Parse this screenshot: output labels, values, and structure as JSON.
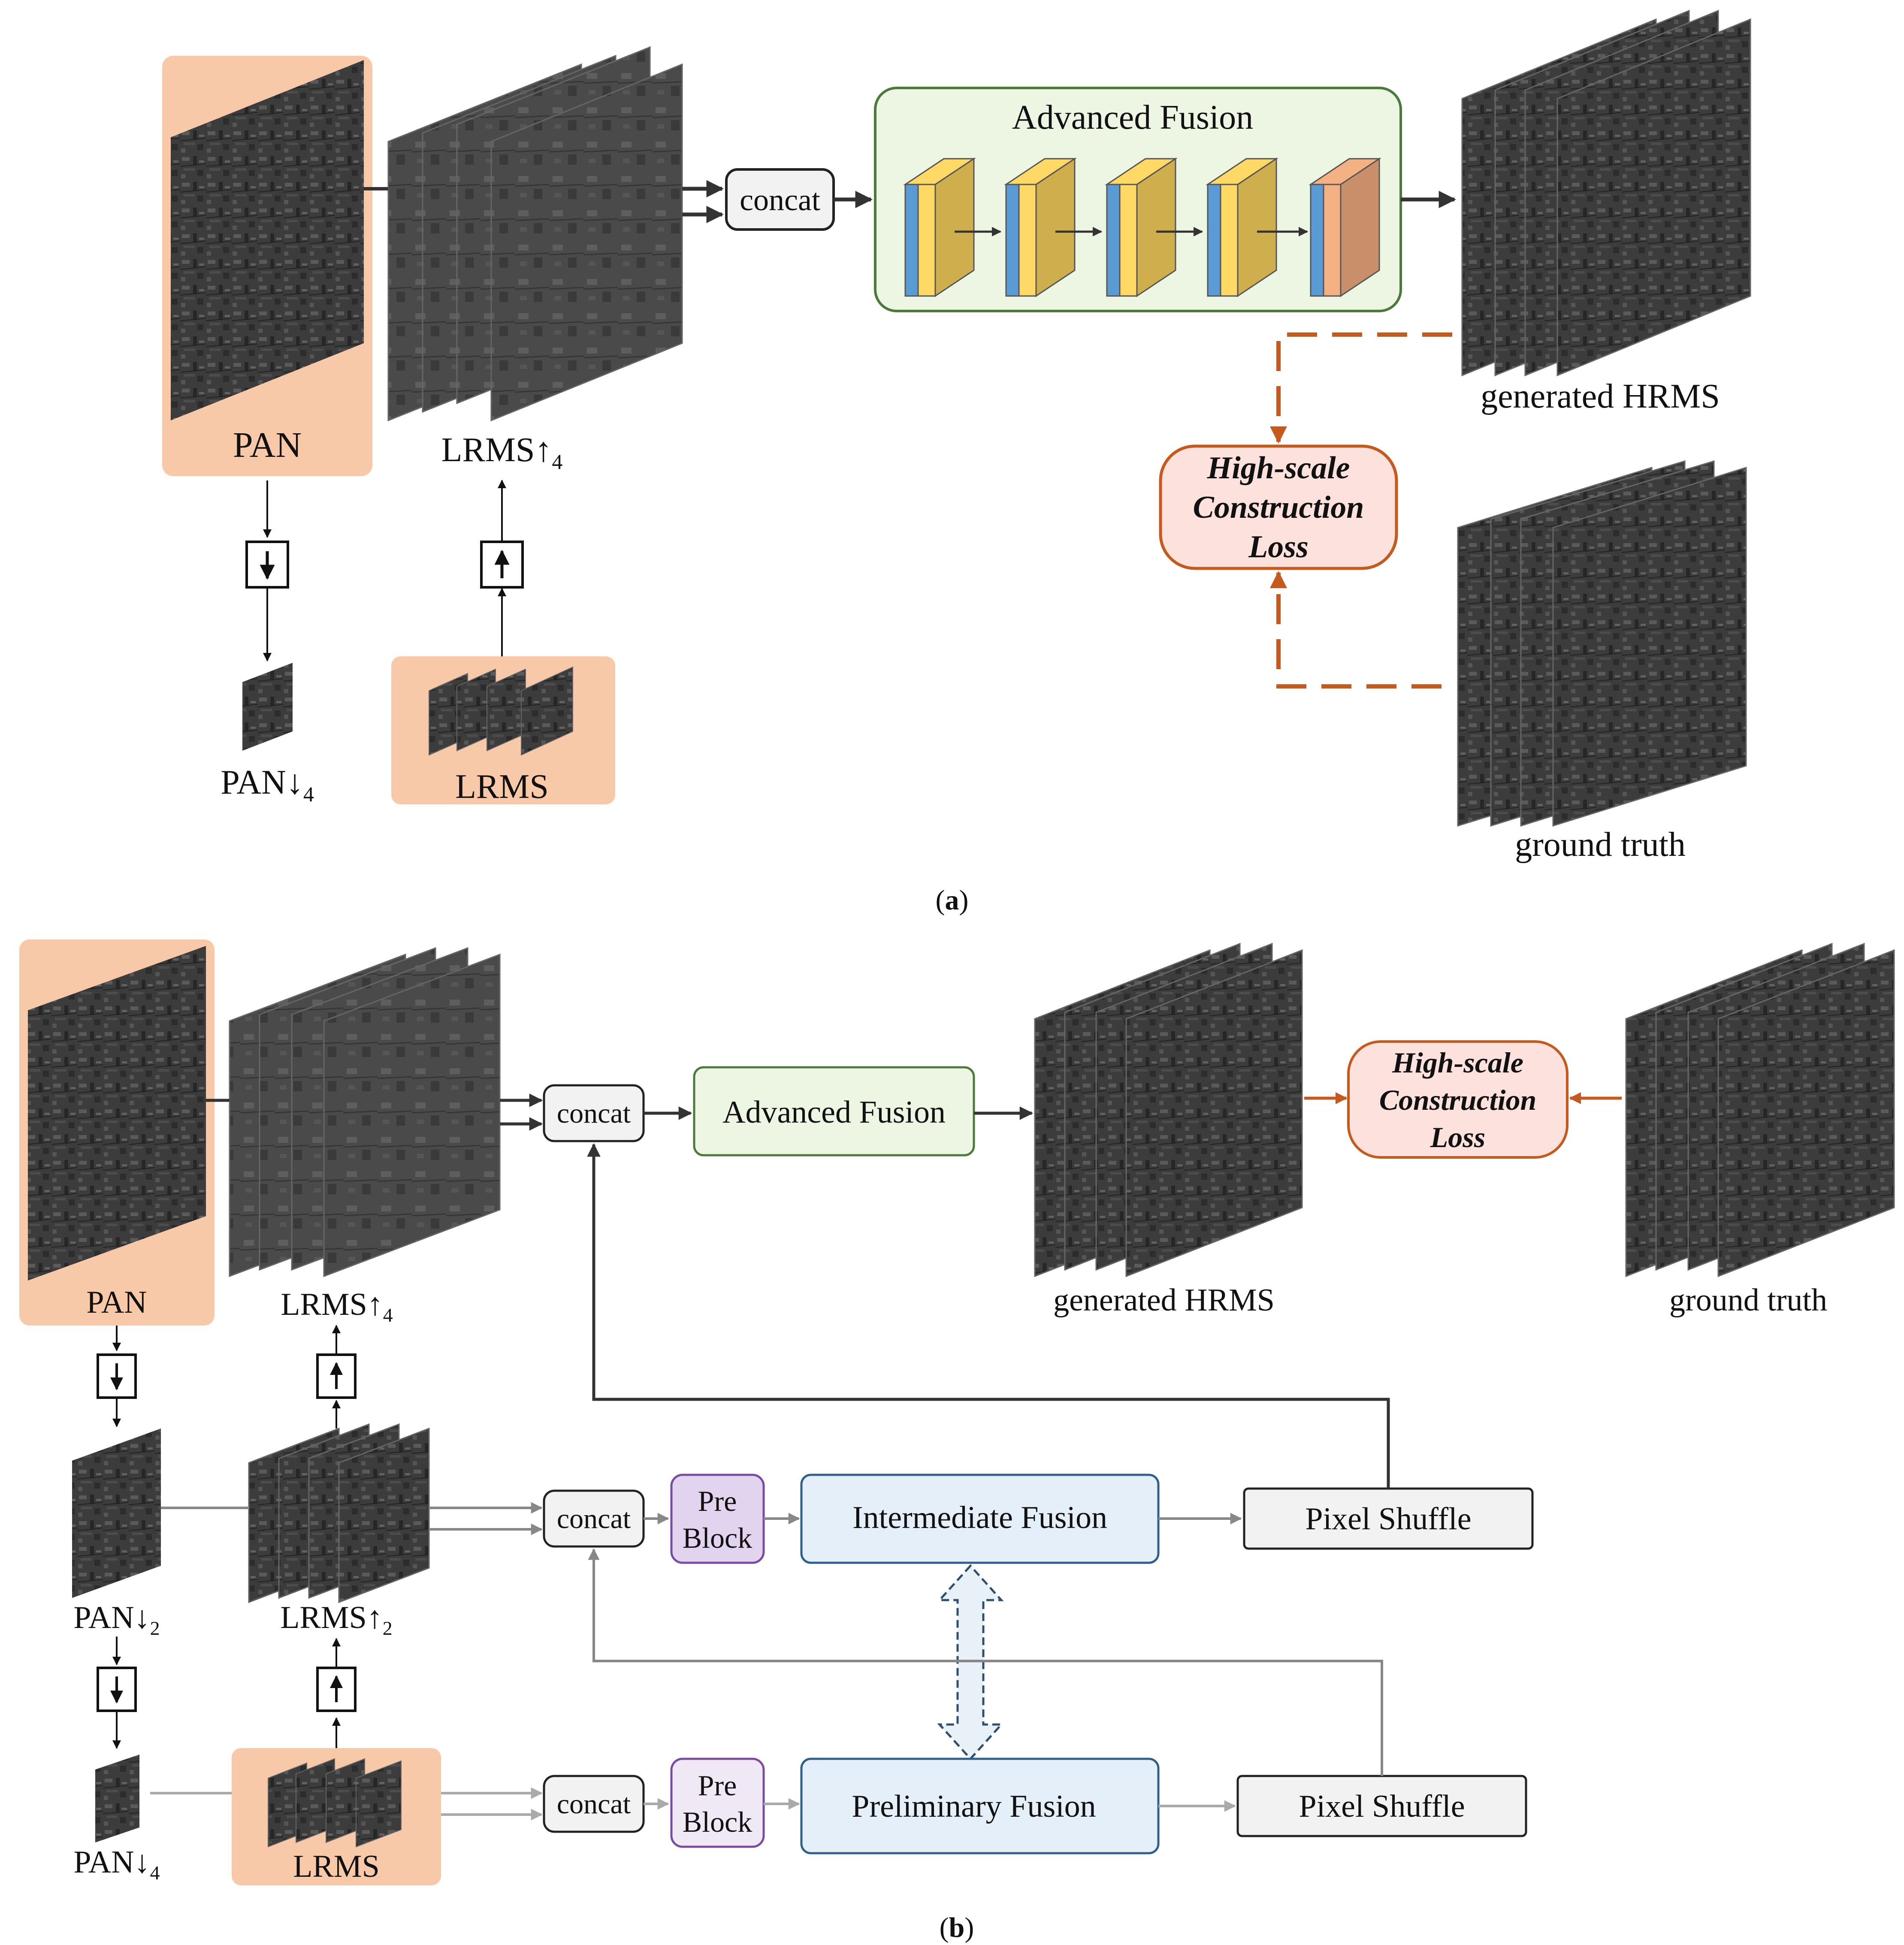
{
  "colors": {
    "input_bg": "#f8c9a8",
    "advanced_fill": "#edf5e3",
    "advanced_stroke": "#4c7a3a",
    "loss_fill": "#fde1dc",
    "loss_stroke": "#c65a1e",
    "pre_fill": "#e2d3ee",
    "pre_stroke": "#7a4ba3",
    "fusion_fill": "#e4eff9",
    "fusion_stroke": "#2f5f8c",
    "box_fill": "#f2f2f2",
    "box_stroke": "#222222",
    "arrow_dark": "#333333",
    "arrow_gray": "#888888",
    "arrow_light": "#aaaaaa",
    "block_blue": "#5b9bd5",
    "block_yellow": "#ffd966",
    "block_gold": "#cfae4e",
    "block_salmon": "#f4b183",
    "block_brown": "#c98e6a",
    "double_arrow": "#2f4f6f"
  },
  "icons": [
    "satellite-image-stack",
    "downsample-arrow-icon",
    "upsample-arrow-icon",
    "conv-block-icon",
    "double-headed-arrow-icon"
  ],
  "panel_a": {
    "caption_open": "(",
    "caption_letter": "a",
    "caption_close": ")",
    "pan": "PAN",
    "lrms_up": {
      "base": "LRMS↑",
      "sub": "4"
    },
    "pan_down": {
      "base": "PAN↓",
      "sub": "4"
    },
    "lrms": "LRMS",
    "concat": "concat",
    "advanced_fusion": "Advanced Fusion",
    "generated": "generated HRMS",
    "ground_truth": "ground truth",
    "loss": [
      "High-scale",
      "Construction",
      "Loss"
    ]
  },
  "panel_b": {
    "caption_open": "(",
    "caption_letter": "b",
    "caption_close": ")",
    "pan": "PAN",
    "lrms_up4": {
      "base": "LRMS↑",
      "sub": "4"
    },
    "lrms_up2": {
      "base": "LRMS↑",
      "sub": "2"
    },
    "pan_down2": {
      "base": "PAN↓",
      "sub": "2"
    },
    "pan_down4": {
      "base": "PAN↓",
      "sub": "4"
    },
    "lrms": "LRMS",
    "concat_top": "concat",
    "concat_mid": "concat",
    "concat_bot": "concat",
    "advanced_fusion": "Advanced Fusion",
    "generated": "generated HRMS",
    "ground_truth": "ground truth",
    "loss": [
      "High-scale",
      "Construction",
      "Loss"
    ],
    "pre_block_mid": [
      "Pre",
      "Block"
    ],
    "pre_block_bot": [
      "Pre",
      "Block"
    ],
    "intermediate_fusion": "Intermediate Fusion",
    "preliminary_fusion": "Preliminary Fusion",
    "pixel_shuffle_mid": "Pixel Shuffle",
    "pixel_shuffle_bot": "Pixel Shuffle"
  }
}
